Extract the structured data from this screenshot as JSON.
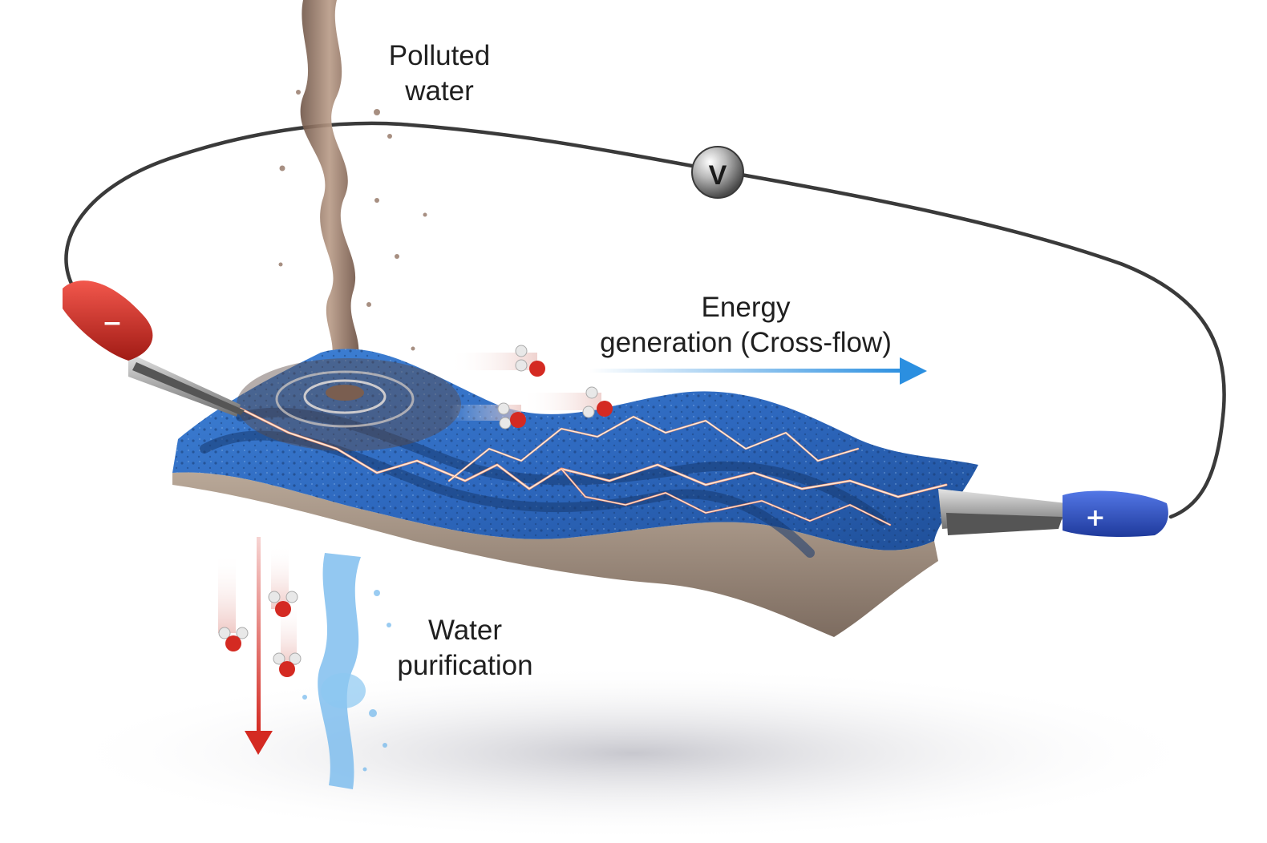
{
  "labels": {
    "polluted_line1": "Polluted",
    "polluted_line2": "water",
    "energy_line1": "Energy",
    "energy_line2": "generation (Cross-flow)",
    "purification_line1": "Water",
    "purification_line2": "purification"
  },
  "voltmeter_symbol": "V",
  "negative_symbol": "−",
  "positive_symbol": "+",
  "colors": {
    "membrane": "#2f6fc4",
    "membrane_dark": "#1f4f98",
    "polluted_water": "#8a6a58",
    "clean_water": "#6fb6ec",
    "negative_clip": "#d8342a",
    "positive_clip": "#2f55c8",
    "energy_arrow": "#2b8fe0",
    "purification_arrow": "#d42a22",
    "wire": "#3a3a3a",
    "spark": "#ff8a5c"
  }
}
